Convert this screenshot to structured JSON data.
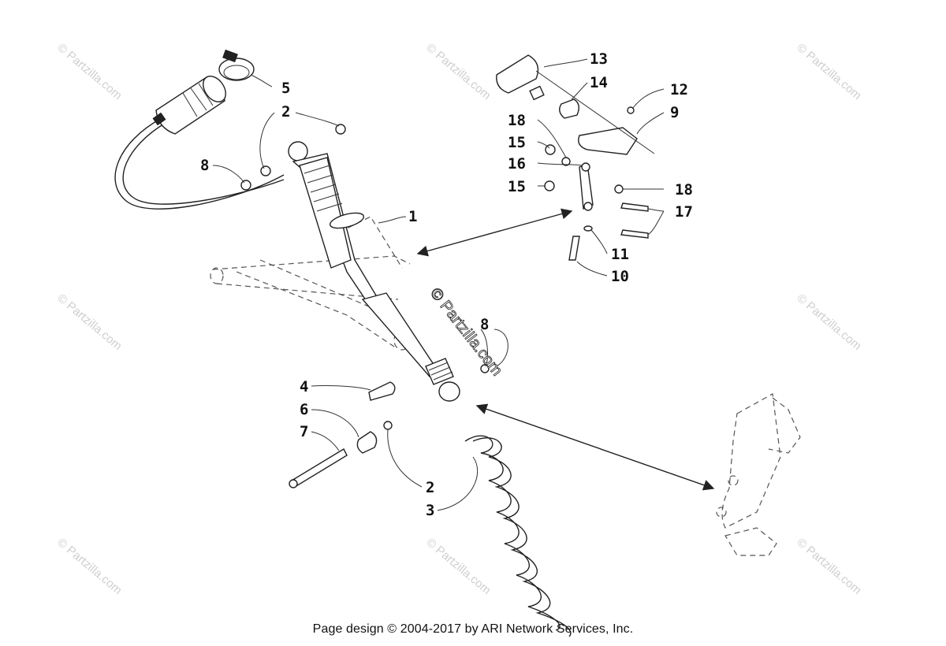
{
  "callouts": {
    "c1": "1",
    "c2a": "2",
    "c2b": "2",
    "c3": "3",
    "c4": "4",
    "c5": "5",
    "c6": "6",
    "c7": "7",
    "c8a": "8",
    "c8b": "8",
    "c9": "9",
    "c10": "10",
    "c11": "11",
    "c12": "12",
    "c13": "13",
    "c14": "14",
    "c15a": "15",
    "c15b": "15",
    "c16": "16",
    "c17": "17",
    "c18a": "18",
    "c18b": "18"
  },
  "watermark": {
    "corner": "© Partzilla.com",
    "center": "© Partzilla.com"
  },
  "footer": {
    "text": "Page design © 2004-2017 by ARI Network Services, Inc."
  }
}
